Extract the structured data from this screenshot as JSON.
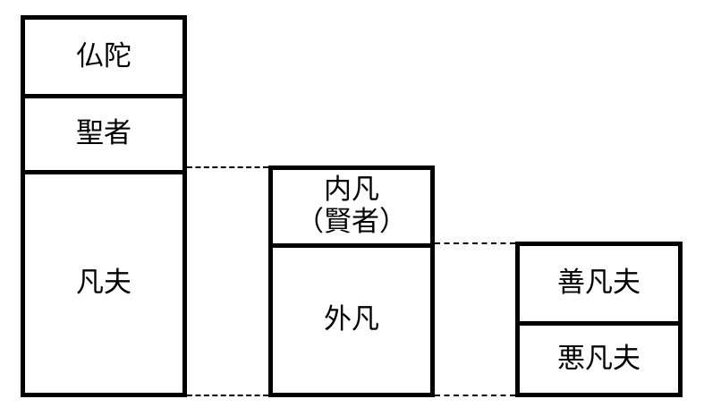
{
  "columns": [
    {
      "cells": [
        {
          "label": "仏陀"
        },
        {
          "label": "聖者"
        },
        {
          "label": "凡夫"
        }
      ]
    },
    {
      "cells": [
        {
          "label": "内凡",
          "sublabel": "（賢者）"
        },
        {
          "label": "外凡"
        }
      ]
    },
    {
      "cells": [
        {
          "label": "善凡夫"
        },
        {
          "label": "悪凡夫"
        }
      ]
    }
  ],
  "colors": {
    "border": "#000000",
    "background": "#ffffff"
  }
}
